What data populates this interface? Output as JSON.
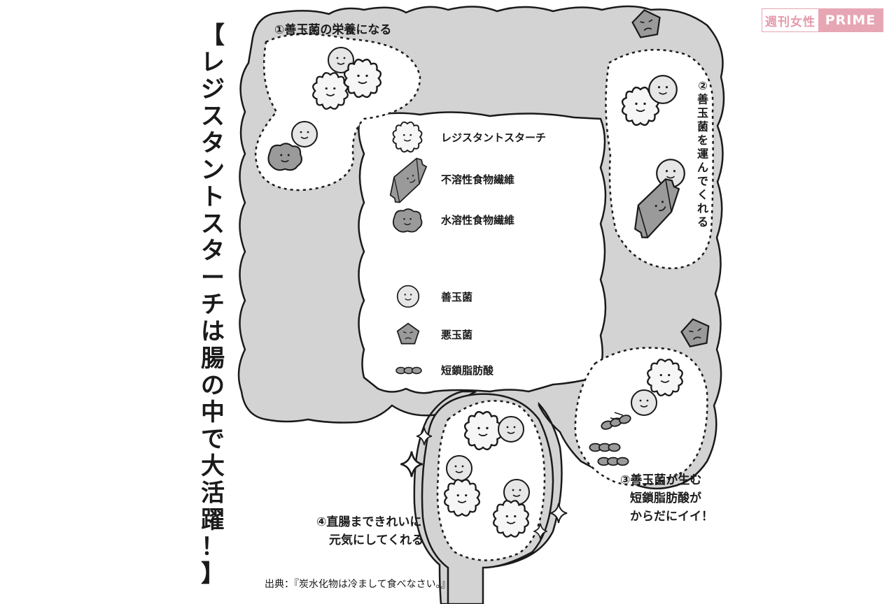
{
  "title": {
    "chars": [
      "レ",
      "ジ",
      "ス",
      "タ",
      "ン",
      "ト",
      "ス",
      "タ",
      "ー",
      "チ",
      "は",
      "腸",
      "の",
      "中",
      "で",
      "大",
      "活",
      "躍",
      "！"
    ],
    "open_bracket": "【",
    "close_bracket": "】"
  },
  "logo": {
    "part1": "週刊女性",
    "part2": "PRIME"
  },
  "steps": {
    "s1": "①善玉菌の栄養になる",
    "s2": "②善玉菌を運んでくれる",
    "s3": [
      "③善玉菌が生む",
      "短鎖脂肪酸が",
      "からだにイイ！"
    ],
    "s4": [
      "④直腸まできれいに",
      "元気にしてくれる"
    ]
  },
  "legend": [
    {
      "icon": "resistant-starch-icon",
      "label": "レジスタントスターチ"
    },
    {
      "icon": "insoluble-fiber-icon",
      "label": "不溶性食物繊維"
    },
    {
      "icon": "soluble-fiber-icon",
      "label": "水溶性食物繊維"
    },
    {
      "icon": "good-bacteria-icon",
      "label": "善玉菌"
    },
    {
      "icon": "bad-bacteria-icon",
      "label": "悪玉菌"
    },
    {
      "icon": "short-chain-fatty-acid-icon",
      "label": "短鎖脂肪酸"
    }
  ],
  "source": "出典：『炭水化物は冷まして食べなさい。』",
  "colors": {
    "intestine": "#d3d3d3",
    "outline": "#1a1a1a",
    "icon_fill": "#e8e8e8",
    "logo_pink": "#e7a6b3"
  }
}
